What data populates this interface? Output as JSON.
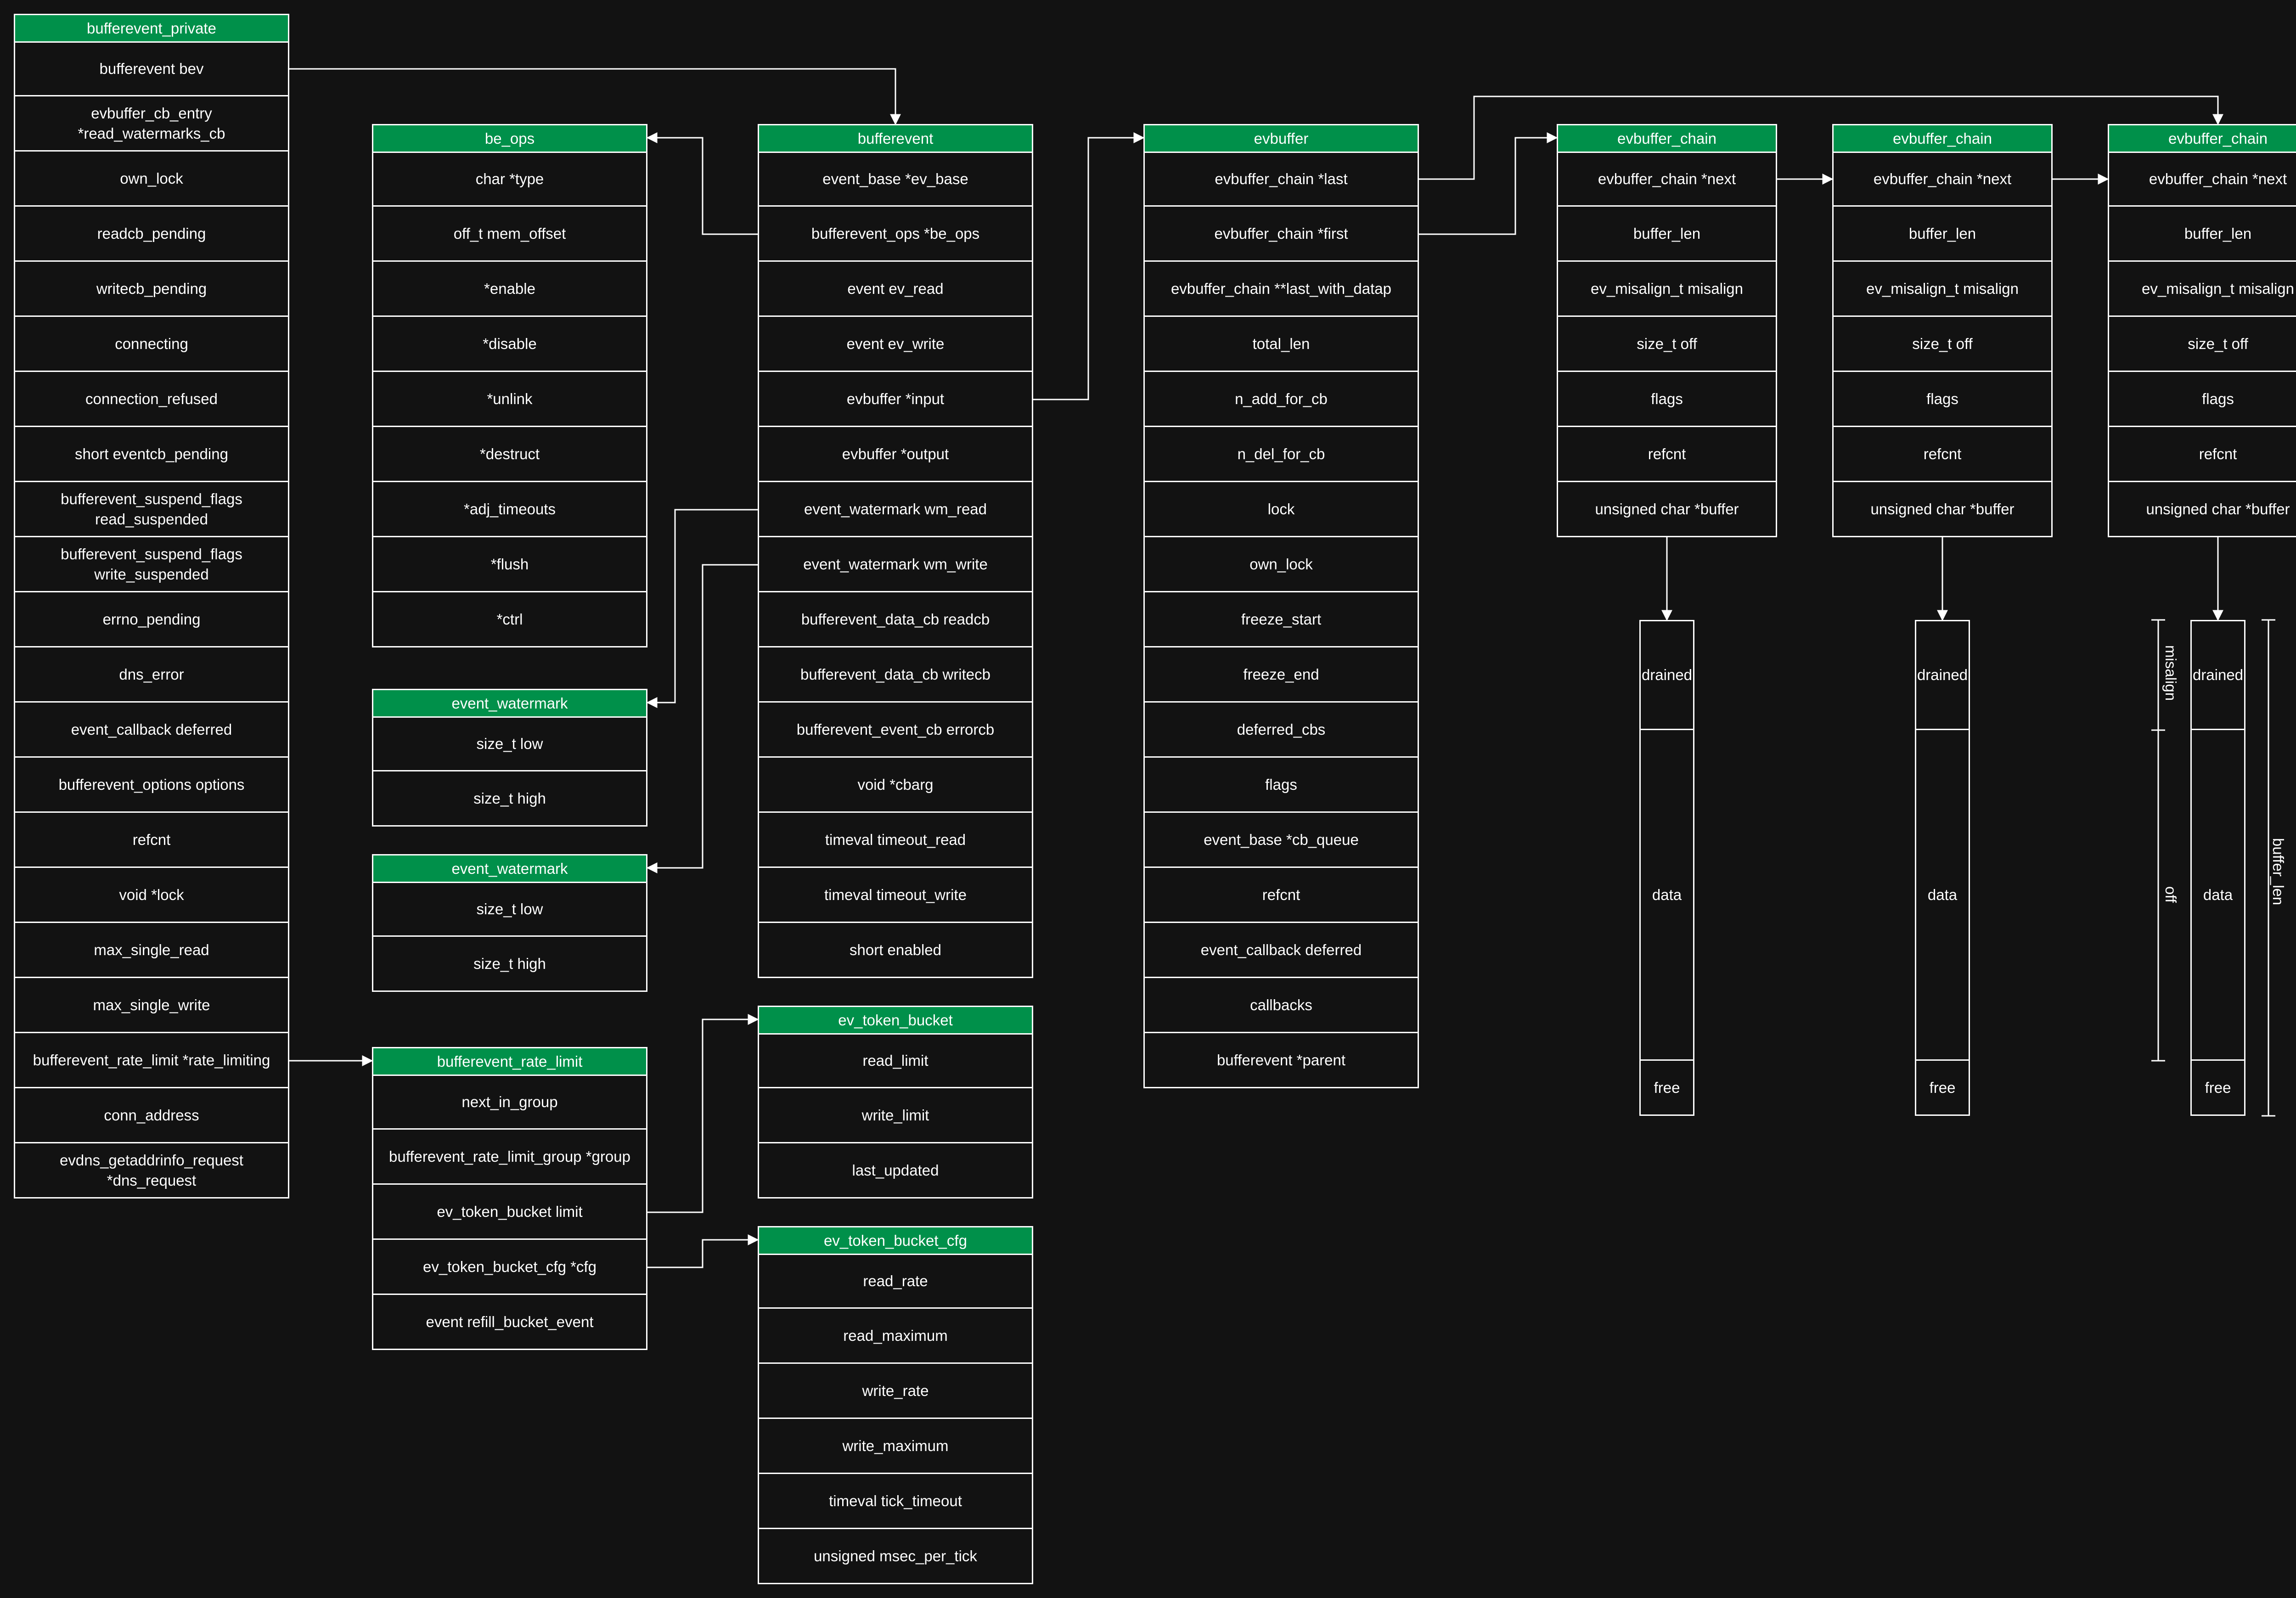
{
  "structs": [
    {
      "id": "bufferevent_private",
      "title": "bufferevent_private",
      "fields": [
        "bufferevent bev",
        "evbuffer_cb_entry\n*read_watermarks_cb",
        "own_lock",
        "readcb_pending",
        "writecb_pending",
        "connecting",
        "connection_refused",
        "short eventcb_pending",
        "bufferevent_suspend_flags\nread_suspended",
        "bufferevent_suspend_flags\nwrite_suspended",
        "errno_pending",
        "dns_error",
        "event_callback deferred",
        "bufferevent_options options",
        "refcnt",
        "void *lock",
        "max_single_read",
        "max_single_write",
        "bufferevent_rate_limit *rate_limiting",
        "conn_address",
        "evdns_getaddrinfo_request\n*dns_request"
      ]
    },
    {
      "id": "be_ops",
      "title": "be_ops",
      "fields": [
        "char *type",
        "off_t mem_offset",
        "*enable",
        "*disable",
        "*unlink",
        "*destruct",
        "*adj_timeouts",
        "*flush",
        "*ctrl"
      ]
    },
    {
      "id": "event_watermark_read",
      "title": "event_watermark",
      "fields": [
        "size_t low",
        "size_t high"
      ]
    },
    {
      "id": "event_watermark_write",
      "title": "event_watermark",
      "fields": [
        "size_t low",
        "size_t high"
      ]
    },
    {
      "id": "bufferevent_rate_limit",
      "title": "bufferevent_rate_limit",
      "fields": [
        "next_in_group",
        "bufferevent_rate_limit_group *group",
        "ev_token_bucket limit",
        "ev_token_bucket_cfg *cfg",
        "event refill_bucket_event"
      ]
    },
    {
      "id": "bufferevent",
      "title": "bufferevent",
      "fields": [
        "event_base *ev_base",
        "bufferevent_ops *be_ops",
        "event ev_read",
        "event ev_write",
        "evbuffer *input",
        "evbuffer *output",
        "event_watermark wm_read",
        "event_watermark wm_write",
        "bufferevent_data_cb readcb",
        "bufferevent_data_cb writecb",
        "bufferevent_event_cb errorcb",
        "void *cbarg",
        "timeval timeout_read",
        "timeval timeout_write",
        "short enabled"
      ]
    },
    {
      "id": "ev_token_bucket",
      "title": "ev_token_bucket",
      "fields": [
        "read_limit",
        "write_limit",
        "last_updated"
      ]
    },
    {
      "id": "ev_token_bucket_cfg",
      "title": "ev_token_bucket_cfg",
      "fields": [
        "read_rate",
        "read_maximum",
        "write_rate",
        "write_maximum",
        "timeval tick_timeout",
        "unsigned msec_per_tick"
      ]
    },
    {
      "id": "evbuffer",
      "title": "evbuffer",
      "fields": [
        "evbuffer_chain *last",
        "evbuffer_chain *first",
        "evbuffer_chain **last_with_datap",
        "total_len",
        "n_add_for_cb",
        "n_del_for_cb",
        "lock",
        "own_lock",
        "freeze_start",
        "freeze_end",
        "deferred_cbs",
        "flags",
        "event_base *cb_queue",
        "refcnt",
        "event_callback deferred",
        "callbacks",
        "bufferevent *parent"
      ]
    },
    {
      "id": "evbuffer_chain_1",
      "title": "evbuffer_chain",
      "fields": [
        "evbuffer_chain *next",
        "buffer_len",
        "ev_misalign_t misalign",
        "size_t off",
        "flags",
        "refcnt",
        "unsigned char *buffer"
      ]
    },
    {
      "id": "evbuffer_chain_2",
      "title": "evbuffer_chain",
      "fields": [
        "evbuffer_chain *next",
        "buffer_len",
        "ev_misalign_t misalign",
        "size_t off",
        "flags",
        "refcnt",
        "unsigned char *buffer"
      ]
    },
    {
      "id": "evbuffer_chain_3",
      "title": "evbuffer_chain",
      "fields": [
        "evbuffer_chain *next",
        "buffer_len",
        "ev_misalign_t misalign",
        "size_t off",
        "flags",
        "refcnt",
        "unsigned char *buffer"
      ]
    }
  ],
  "buffers": [
    {
      "id": "buffer_1",
      "segments": [
        "drained",
        "data",
        "free"
      ]
    },
    {
      "id": "buffer_2",
      "segments": [
        "drained",
        "data",
        "free"
      ]
    },
    {
      "id": "buffer_3",
      "segments": [
        "drained",
        "data",
        "free"
      ]
    }
  ],
  "dimension_labels": {
    "misalign": "misalign",
    "off": "off",
    "buffer_len": "buffer_len"
  }
}
